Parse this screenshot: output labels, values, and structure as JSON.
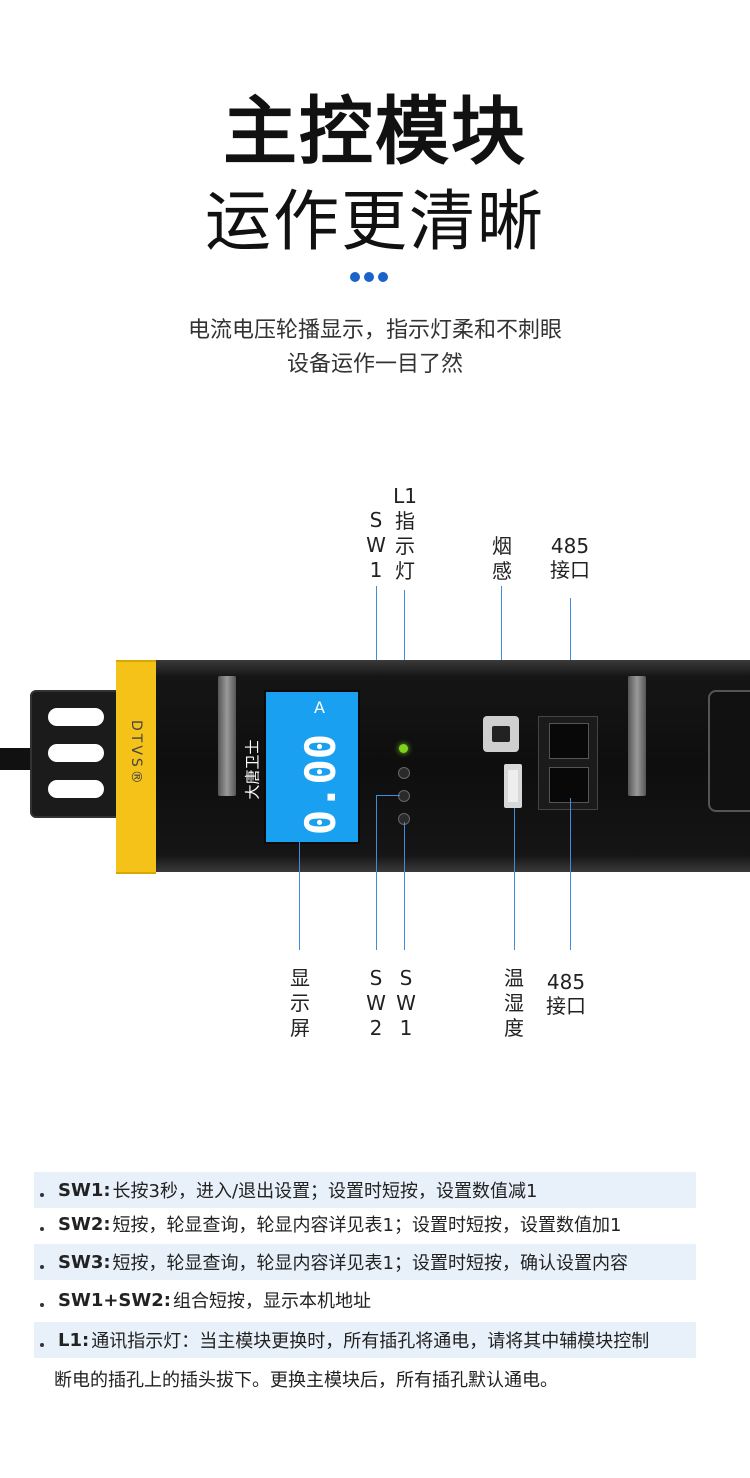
{
  "header": {
    "title": "主控模块",
    "subtitle": "运作更清晰",
    "desc_line1": "电流电压轮播显示，指示灯柔和不刺眼",
    "desc_line2": "设备运作一目了然"
  },
  "labels_top": {
    "sw1": [
      "S",
      "W",
      "1"
    ],
    "l1": [
      "L1",
      "指",
      "示",
      "灯"
    ],
    "smoke": [
      "烟",
      "感"
    ],
    "port485_a": "485",
    "port485_b": "接口"
  },
  "labels_bottom": {
    "display": [
      "显",
      "示",
      "屏"
    ],
    "sw2": [
      "S",
      "W",
      "2"
    ],
    "sw1": [
      "S",
      "W",
      "1"
    ],
    "temp": [
      "温",
      "湿",
      "度"
    ],
    "port485_a": "485",
    "port485_b": "接口"
  },
  "device": {
    "brand_cap": "DTVS®",
    "brand_cn": "大唐卫士®",
    "reading": "0.00",
    "unit": "A",
    "led_color": "#7ed321",
    "screen_color": "#1aa0f0",
    "cap_color": "#f5c21a"
  },
  "notes": [
    {
      "key": "SW1:",
      "text": "长按3秒，进入/退出设置；设置时短按，设置数值减1"
    },
    {
      "key": "SW2:",
      "text": "短按，轮显查询，轮显内容详见表1；设置时短按，设置数值加1"
    },
    {
      "key": "SW3:",
      "text": "短按，轮显查询，轮显内容详见表1；设置时短按，确认设置内容"
    },
    {
      "key": "SW1+SW2:",
      "text": "组合短按，显示本机地址"
    },
    {
      "key": "L1:",
      "text": "通讯指示灯：当主模块更换时，所有插孔将通电，请将其中辅模块控制"
    }
  ],
  "note_continuation": "断电的插孔上的插头拔下。更换主模块后，所有插孔默认通电。"
}
